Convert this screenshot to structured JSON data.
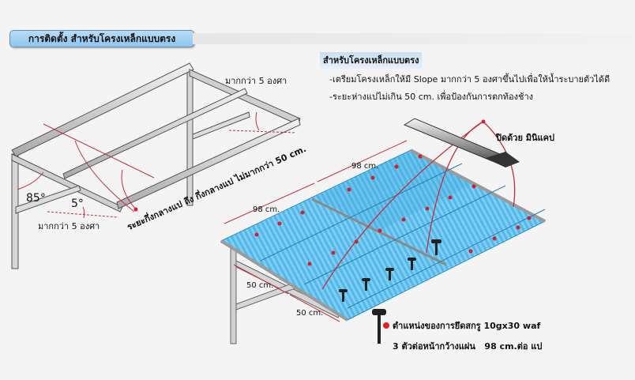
{
  "title": "การติดตั้ง สำหรับโครงเหล็กแบบตรง",
  "info": {
    "heading": "สำหรับโครงเหล็กแบบตรง",
    "lines": [
      "-เตรียมโครงเหล็กให้มี Slope มากกว่า 5 องศาขึ้นไปเพื่อให้น้ำระบายตัวได้ดี",
      "-ระยะห่างแปไม่เกิน 50 cm. เพื่อป้องกันการตกท้องช้าง"
    ]
  },
  "frame_diagram": {
    "slope_label_top": "มากกว่า 5 องศา",
    "slope_label_bottom": "มากกว่า 5 องศา",
    "angle_85": "85°",
    "angle_5": "5°",
    "purlin_spacing_note": "ระยะกึ่งกลางแป ถึง กึ่งกลางแป ไม่มากกว่า 50 cm."
  },
  "roof_diagram": {
    "cap_label": "ปิดด้วย มินิแคป",
    "width_label_1": "98 cm.",
    "width_label_2": "98 cm.",
    "spacing_label_1": "50 cm.",
    "spacing_label_2": "50 cm."
  },
  "legend": {
    "screw_position": "ตำแหน่งของการยึดสกรู 10gx30 waf",
    "screw_count": "3 ตัวต่อหน้ากว้างแผ่น   98 cm.ต่อ แป"
  },
  "colors": {
    "title_badge": "#8ec5ef",
    "sheet_blue": "#4fb6e8",
    "steel": "#c8c8c8",
    "marker_red": "#d02030",
    "dimension_line": "#c0303a"
  }
}
